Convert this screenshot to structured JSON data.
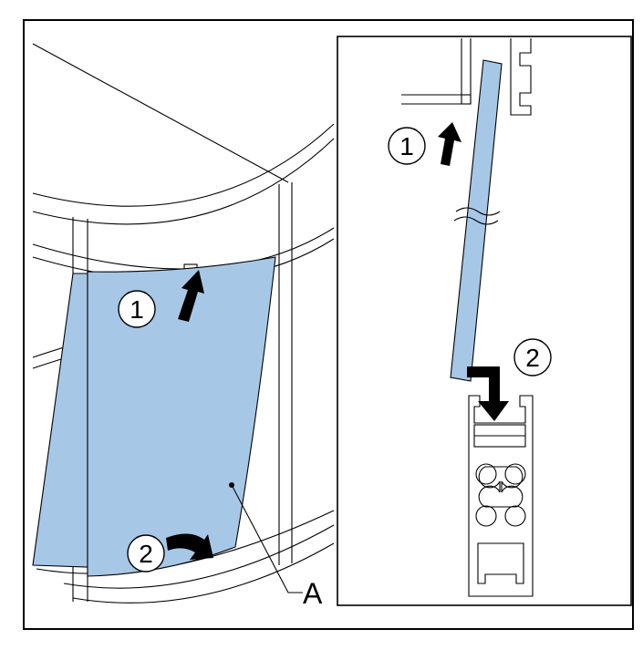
{
  "markers": {
    "left_step_1": "1",
    "left_step_2": "2",
    "right_step_1": "1",
    "right_step_2": "2",
    "callout_A": "A"
  },
  "colors": {
    "panel_fill": "#a7c7e6",
    "line": "#000000",
    "background": "#ffffff"
  }
}
